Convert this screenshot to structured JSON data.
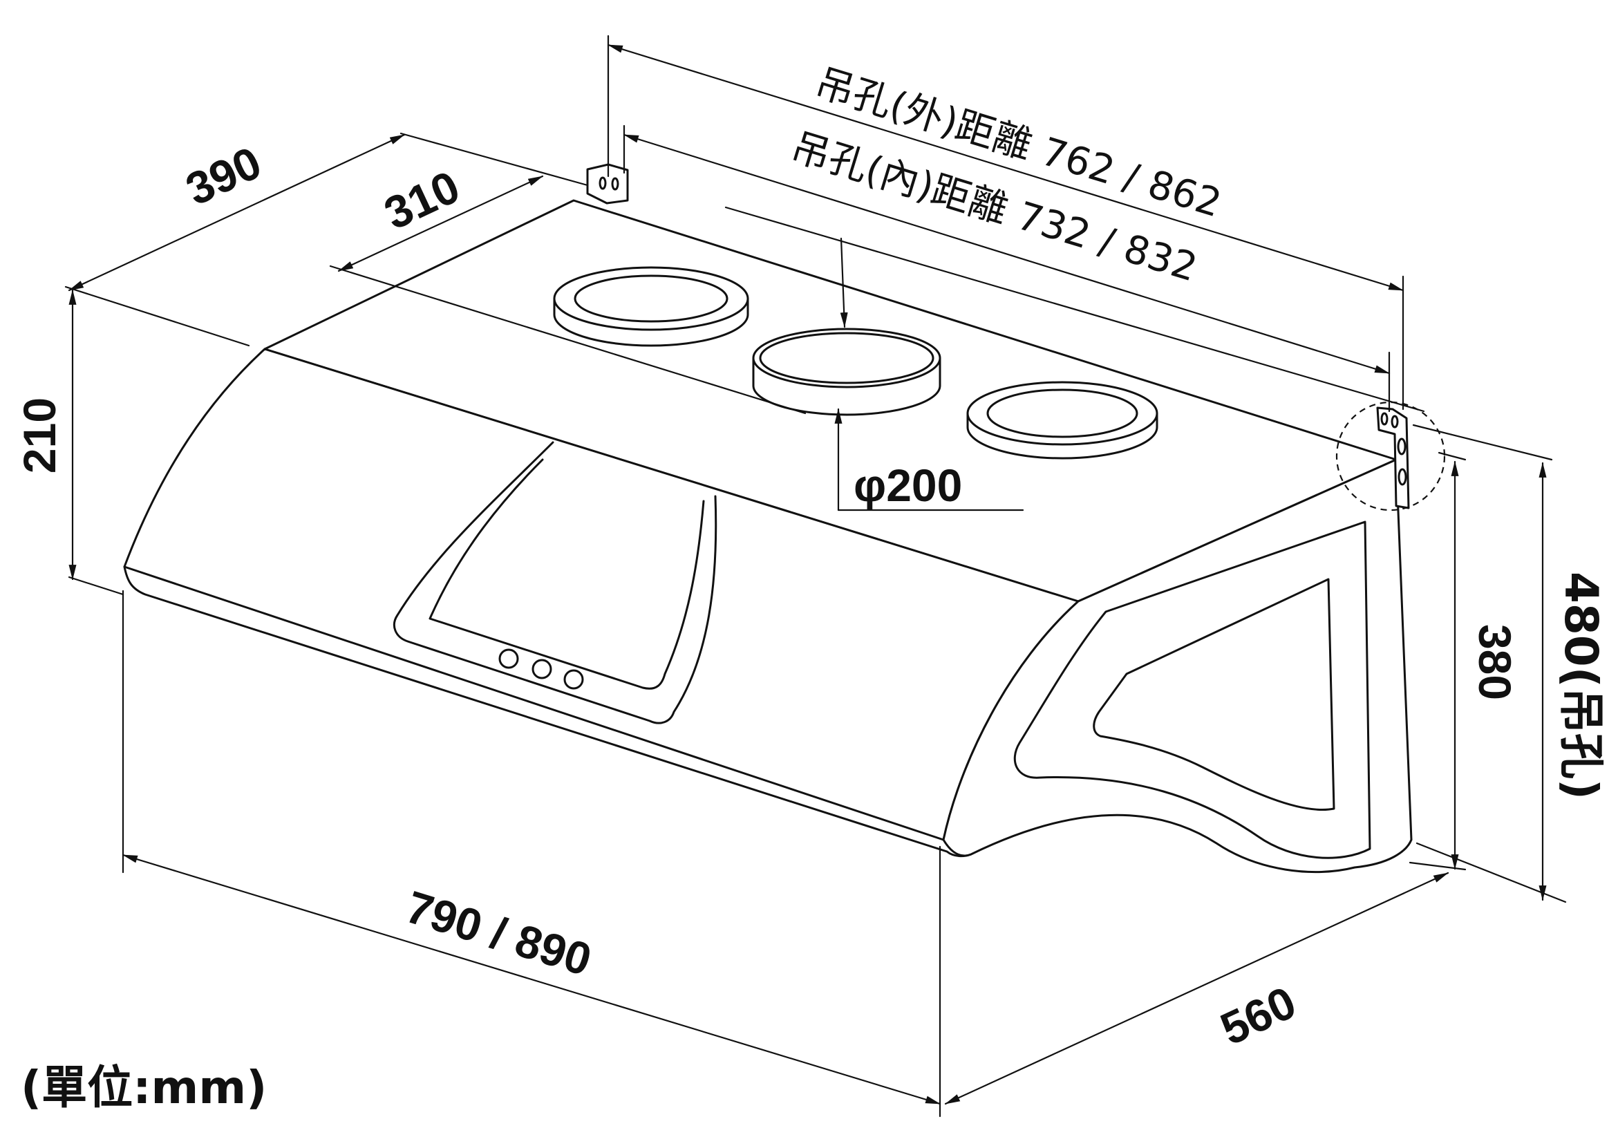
{
  "dims": {
    "depth_outer": "390",
    "depth_inner": "310",
    "height_front": "210",
    "hole_outer": "吊孔(外)距離 762 / 862",
    "hole_inner": "吊孔(內)距離 732 / 832",
    "duct": "φ200",
    "width": "790 / 890",
    "side_depth": "560",
    "height_side": "380",
    "height_hole": "480(吊孔)",
    "unit": "(單位:mm)"
  }
}
